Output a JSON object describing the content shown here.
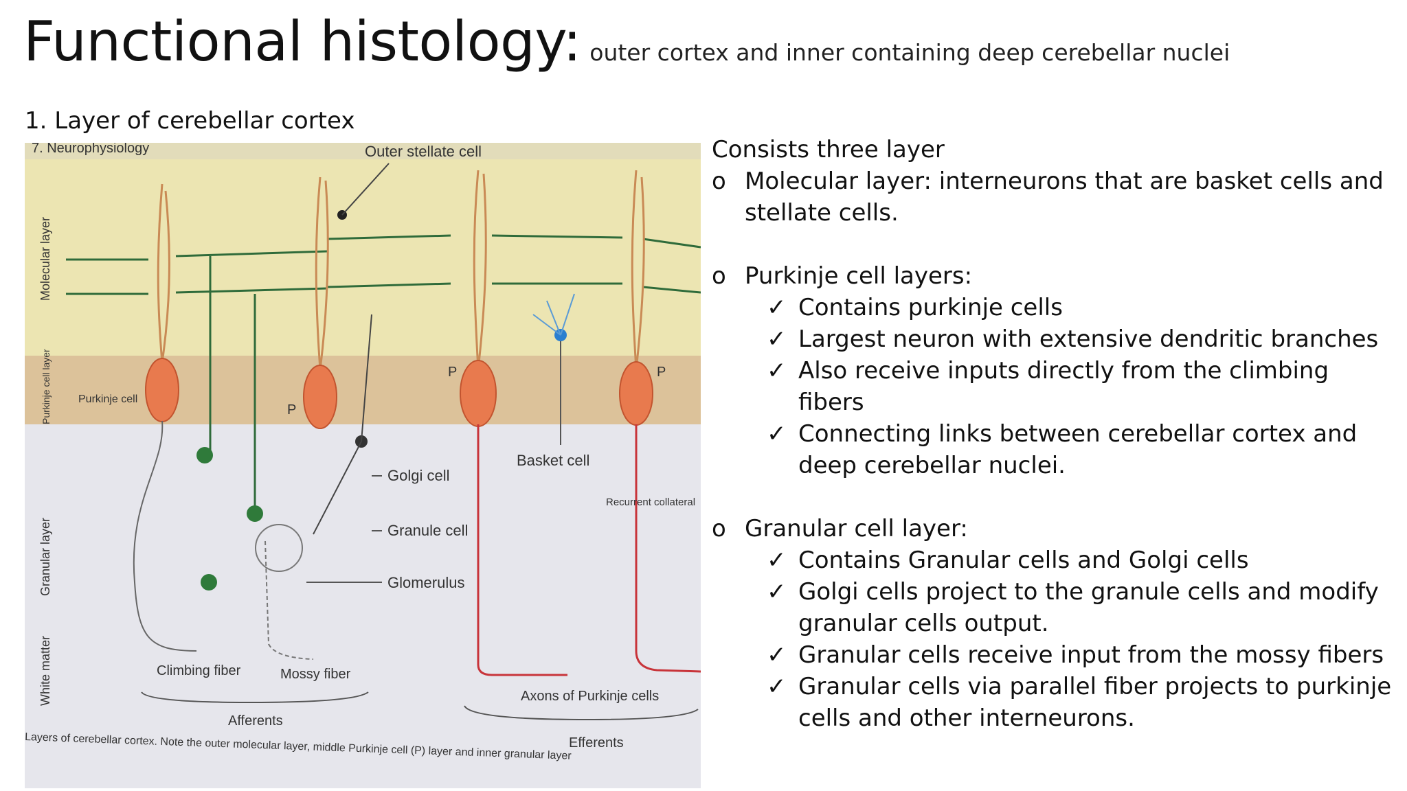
{
  "title": {
    "main": "Functional histology:",
    "sub": "outer cortex and inner containing deep cerebellar nuclei"
  },
  "section_heading": "1. Layer of cerebellar cortex",
  "figure": {
    "header_text": "7. Neurophysiology",
    "labels": {
      "outer_stellate": "Outer stellate cell",
      "molecular_layer": "Molecular layer",
      "purkinje_layer": "Purkinje cell layer",
      "granular_layer": "Granular layer",
      "white_matter": "White matter",
      "purkinje_cell": "Purkinje cell",
      "p": "P",
      "golgi": "Golgi cell",
      "granule": "Granule cell",
      "glomerulus": "Glomerulus",
      "basket": "Basket cell",
      "recurrent": "Recurrent collateral",
      "climbing": "Climbing fiber",
      "mossy": "Mossy fiber",
      "afferents": "Afferents",
      "axons": "Axons of Purkinje cells",
      "efferents": "Efferents",
      "caption": "Layers of cerebellar cortex. Note the outer molecular layer, middle Purkinje cell (P) layer and inner granular layer"
    }
  },
  "content": {
    "intro": "Consists three layer",
    "bullet_symbol": "o",
    "check_symbol": "✓",
    "layers": [
      {
        "text": "Molecular layer: interneurons that are basket cells and stellate cells.",
        "points": []
      },
      {
        "text": "Purkinje cell layers:",
        "points": [
          "Contains purkinje cells",
          "Largest neuron with extensive dendritic branches",
          "Also receive inputs directly from the climbing fibers",
          "Connecting links between cerebellar cortex and deep cerebellar nuclei."
        ]
      },
      {
        "text": "Granular cell layer:",
        "points": [
          "Contains  Granular cells and Golgi cells",
          "Golgi cells project to the granule cells and modify granular cells output.",
          "Granular cells receive input from the mossy fibers",
          "Granular cells via parallel fiber projects to purkinje cells and other interneurons."
        ]
      }
    ]
  }
}
